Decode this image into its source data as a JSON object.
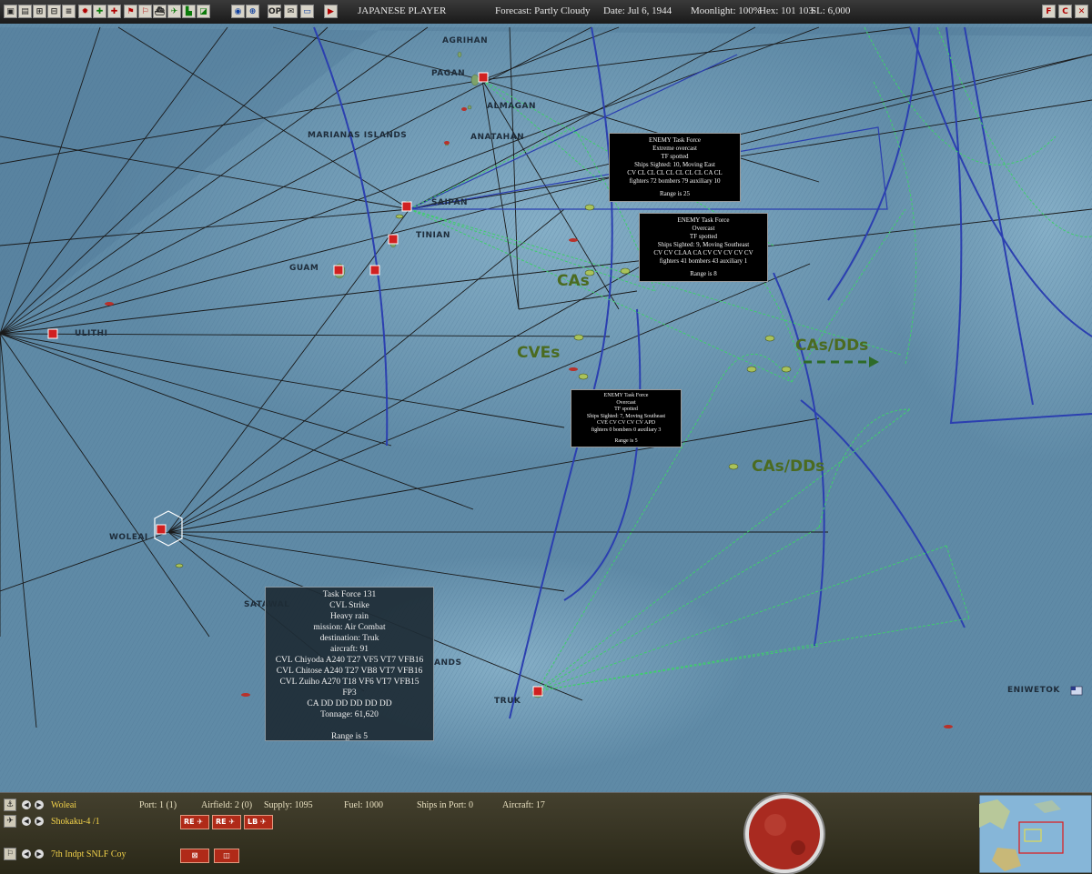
{
  "topbar": {
    "player": "JAPANESE PLAYER",
    "forecast": "Forecast: Partly Cloudy",
    "date": "Date: Jul 6, 1944",
    "moonlight": "Moonlight: 100%",
    "hex": "Hex: 101 103",
    "sl": "SL: 6,000"
  },
  "map_labels": {
    "agrihan": "AGRIHAN",
    "pagan": "PAGAN",
    "almagan": "ALMAGAN",
    "marianas": "MARIANAS ISLANDS",
    "anatahan": "ANATAHAN",
    "saipan": "SAIPAN",
    "tinian": "TINIAN",
    "guam": "GUAM",
    "ulithi": "ULITHI",
    "woleai": "WOLEAI",
    "satawal": "SATAWAL",
    "islands_tail": "ANDS",
    "truk": "TRUK",
    "eniwetok": "ENIWETOK"
  },
  "tf_annotations": {
    "cas": "CAs",
    "cves": "CVEs",
    "cas_dds_1": "CAs/DDs",
    "cas_dds_2": "CAs/DDs"
  },
  "enemy_popups": [
    {
      "title": "ENEMY Task Force",
      "weather": "Extreme overcast",
      "status": "TF spotted",
      "sighted": "Ships Sighted: 10, Moving East",
      "ships": "CV CL CL CL CL CL CL CL CA CL",
      "aircraft": "fighters 72  bombers 79  auxiliary 10",
      "range": "Range is 25"
    },
    {
      "title": "ENEMY Task Force",
      "weather": "Overcast",
      "status": "TF spotted",
      "sighted": "Ships Sighted: 9, Moving Southeast",
      "ships": "CV CV CLAA CA CV CV CV CV CV",
      "aircraft": "fighters 41  bombers 43  auxiliary 1",
      "range": "Range is 8"
    },
    {
      "title": "ENEMY Task Force",
      "weather": "Overcast",
      "status": "TF spotted",
      "sighted": "Ships Sighted: 7, Moving Southeast",
      "ships": "CVE CV CV CV CV APD",
      "aircraft": "fighters 0  bombers 0  auxiliary 3",
      "range": "Range is 5"
    }
  ],
  "tf_popup": {
    "lines": [
      "Task Force 131",
      "CVL Strike",
      "Heavy rain",
      "mission: Air Combat",
      "destination: Truk",
      "aircraft: 91",
      "CVL Chiyoda A240  T27  VF5  VT7  VFB16",
      "CVL Chitose A240  T27  VB8  VT7  VFB16",
      "CVL Zuiho A270  T18  VF6  VT7  VFB15",
      "FP3",
      "CA DD DD DD DD DD",
      "Tonnage: 61,620",
      "",
      "Range is 5"
    ]
  },
  "bottombar": {
    "base": "Woleai",
    "port": "Port: 1 (1)",
    "airfield": "Airfield: 2 (0)",
    "supply": "Supply: 1095",
    "fuel": "Fuel: 1000",
    "ships_in_port": "Ships in Port: 0",
    "aircraft": "Aircraft: 17",
    "air_unit": "Shokaku-4 /1",
    "ground_unit": "7th Indpt SNLF Coy",
    "btn_re1": "RE",
    "btn_re2": "RE",
    "btn_lb": "LB"
  },
  "colors": {
    "ocean": "#5f8aa6",
    "search_arc_blue": "#2b3fb0",
    "search_arc_green": "#3ecf6a",
    "range_line": "#1a1a1a",
    "tf_label": "#4b6b20",
    "base_red": "#d02020"
  }
}
